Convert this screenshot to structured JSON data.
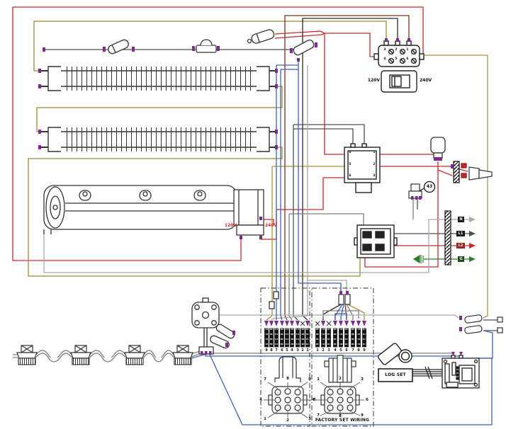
{
  "labels": {
    "selector_left": "120V",
    "selector_right": "240V",
    "motor_left": "120V",
    "motor_right": "240V",
    "callout": "43",
    "factory_set_wiring": "FACTORY SET WIRING",
    "log_set": "LOG SET"
  },
  "terminal_block": {
    "top_row": [
      "3",
      "2",
      "1"
    ],
    "bottom_row": [
      "4",
      "5",
      "6"
    ]
  },
  "relay": {
    "left_pins": [
      "4",
      "5",
      "6"
    ],
    "right_pins": [
      "1",
      "2",
      "3"
    ]
  },
  "leads": {
    "labels": [
      "N",
      "L1",
      "L2",
      "G"
    ]
  },
  "connector_left": {
    "pins": [
      "9",
      "8",
      "7",
      "6",
      "5",
      "4",
      "3",
      "2",
      "1"
    ],
    "face_top": [
      "7",
      "8",
      "9"
    ],
    "face_left": "4",
    "face_right": "6",
    "face_bottom": [
      "1",
      "2",
      "3"
    ]
  },
  "connector_right": {
    "pins": [
      "1",
      "2",
      "3",
      "4",
      "5",
      "6",
      "7",
      "8",
      "9"
    ],
    "face_top": [
      "1",
      "2",
      "3"
    ],
    "face_left": "4",
    "face_right": "6",
    "face_bottom": [
      "7",
      "8",
      "9"
    ]
  },
  "colors": {
    "wire_red": "#c62a2a",
    "wire_olive": "#9b8b2e",
    "wire_tan": "#b08d3c",
    "wire_blue": "#3a62b0",
    "wire_green": "#2e7d32",
    "wire_gray": "#4d4d4d",
    "connector_purple": "#7b2d8b"
  }
}
